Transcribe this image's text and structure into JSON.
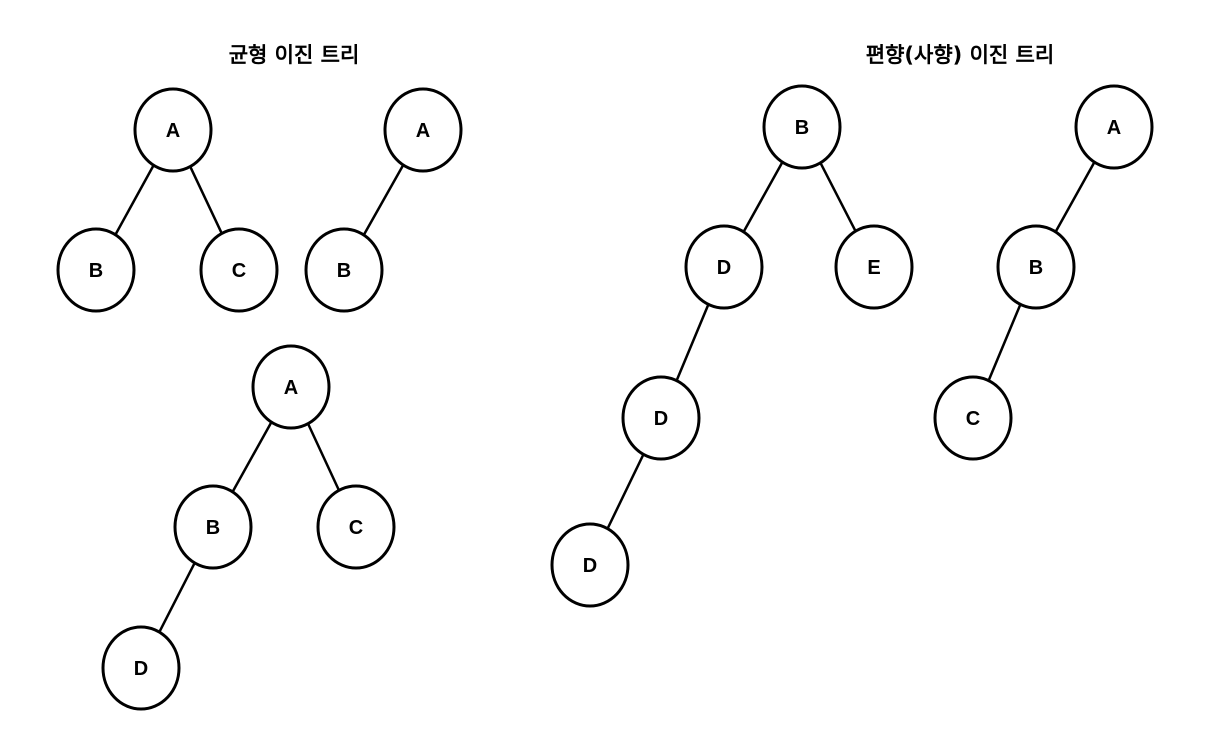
{
  "sections": {
    "balanced": {
      "title": "균형 이진 트리"
    },
    "skewed": {
      "title": "편향(사향) 이진 트리"
    }
  },
  "trees": [
    {
      "id": "balanced-tree-1",
      "group": "balanced",
      "nodes": [
        {
          "id": "n1",
          "label": "A"
        },
        {
          "id": "n2",
          "label": "B"
        },
        {
          "id": "n3",
          "label": "C"
        }
      ],
      "edges": [
        [
          "n1",
          "n2"
        ],
        [
          "n1",
          "n3"
        ]
      ]
    },
    {
      "id": "balanced-tree-2",
      "group": "balanced",
      "nodes": [
        {
          "id": "n1",
          "label": "A"
        },
        {
          "id": "n2",
          "label": "B"
        }
      ],
      "edges": [
        [
          "n1",
          "n2"
        ]
      ]
    },
    {
      "id": "balanced-tree-3",
      "group": "balanced",
      "nodes": [
        {
          "id": "n1",
          "label": "A"
        },
        {
          "id": "n2",
          "label": "B"
        },
        {
          "id": "n3",
          "label": "C"
        },
        {
          "id": "n4",
          "label": "D"
        }
      ],
      "edges": [
        [
          "n1",
          "n2"
        ],
        [
          "n1",
          "n3"
        ],
        [
          "n2",
          "n4"
        ]
      ]
    },
    {
      "id": "skewed-tree-1",
      "group": "skewed",
      "nodes": [
        {
          "id": "n1",
          "label": "B"
        },
        {
          "id": "n2",
          "label": "D"
        },
        {
          "id": "n3",
          "label": "E"
        },
        {
          "id": "n4",
          "label": "D"
        },
        {
          "id": "n5",
          "label": "D"
        }
      ],
      "edges": [
        [
          "n1",
          "n2"
        ],
        [
          "n1",
          "n3"
        ],
        [
          "n2",
          "n4"
        ],
        [
          "n4",
          "n5"
        ]
      ]
    },
    {
      "id": "skewed-tree-2",
      "group": "skewed",
      "nodes": [
        {
          "id": "n1",
          "label": "A"
        },
        {
          "id": "n2",
          "label": "B"
        },
        {
          "id": "n3",
          "label": "C"
        }
      ],
      "edges": [
        [
          "n1",
          "n2"
        ],
        [
          "n2",
          "n3"
        ]
      ]
    }
  ]
}
